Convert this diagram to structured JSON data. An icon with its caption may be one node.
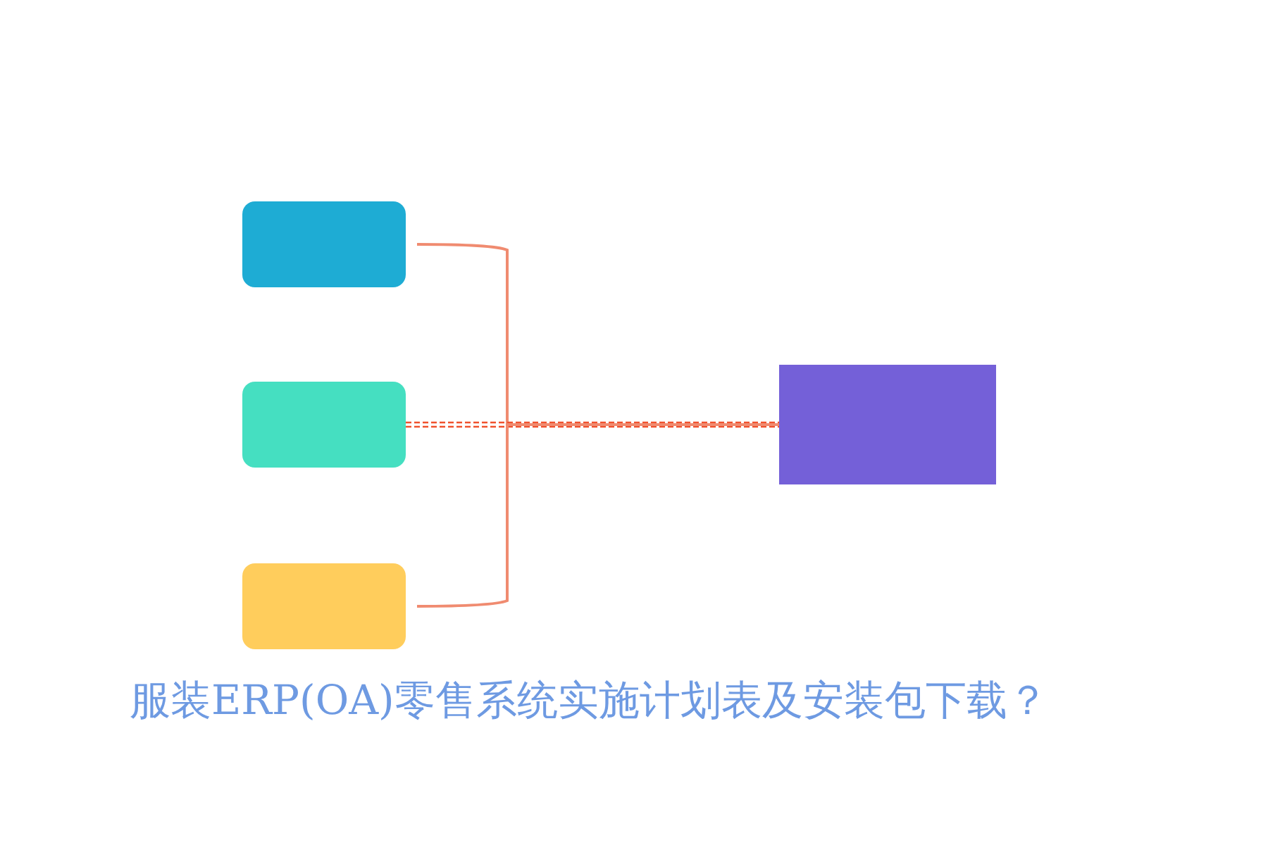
{
  "diagram": {
    "title": "服装ERP(OA)零售系统实施计划表及安装包下载？",
    "nodes": [
      {
        "text": [],
        "shape": "box"
      },
      {
        "text": [],
        "shape": "box"
      },
      {
        "text": [],
        "shape": "box"
      },
      {
        "text": [],
        "shape": "box"
      }
    ],
    "edges": [
      {
        "from": 0,
        "to": 3,
        "arrow": "none"
      },
      {
        "from": 1,
        "to": 3,
        "arrow": "none",
        "style": "dashed",
        "color": "#f0522e"
      },
      {
        "from": 2,
        "to": 3,
        "arrow": "none"
      }
    ]
  }
}
